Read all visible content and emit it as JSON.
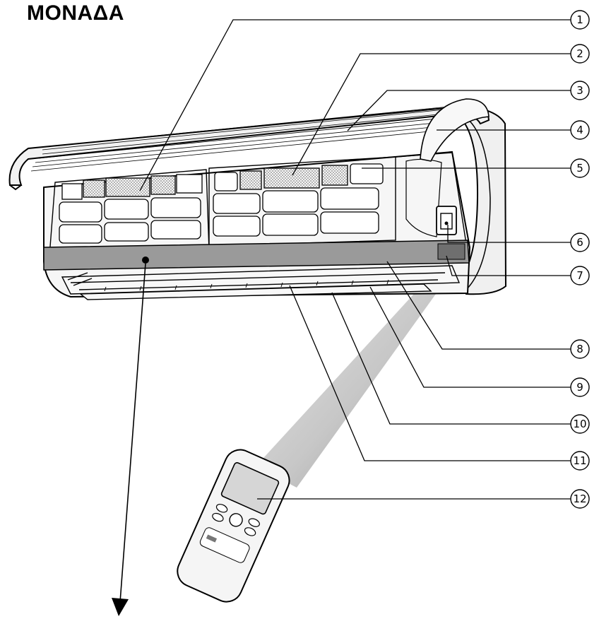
{
  "title": "ΜΟΝΑΔΑ",
  "callouts": [
    "1",
    "2",
    "3",
    "4",
    "5",
    "6",
    "7",
    "8",
    "9",
    "10",
    "11",
    "12"
  ],
  "colors": {
    "ink": "#000000",
    "panel_gray": "#9a9a9a",
    "body_fill": "#f4f4f4",
    "mesh": "#bdbdbd",
    "beam": "#b8b8b8"
  }
}
